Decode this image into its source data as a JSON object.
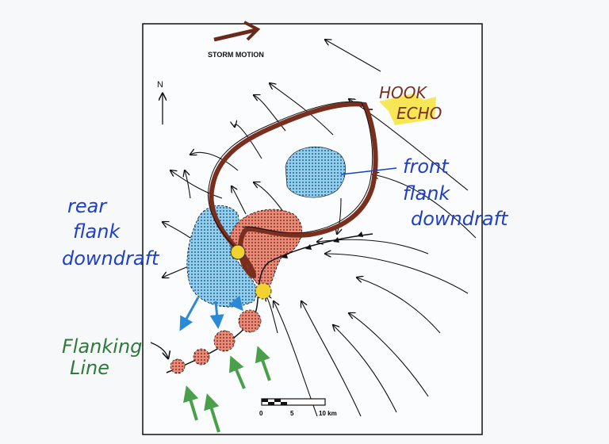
{
  "storm_motion_label": "STORM MOTION",
  "north_label": "N",
  "hook_echo": [
    "HOOK",
    "ECHO"
  ],
  "front_flank_downdraft": [
    "front",
    "flank",
    "downdraft"
  ],
  "rear_flank_downdraft": [
    "rear",
    "flank",
    "downdraft"
  ],
  "flanking_line": [
    "Flanking",
    "Line"
  ],
  "scale": {
    "ticks": [
      "0",
      "5",
      "10 km"
    ]
  },
  "colors": {
    "hook": "#7a2e1e",
    "downdraft": "#5fb4e0",
    "updraft": "#e0604c",
    "flanking": "#2e7a3a",
    "annotation_blue": "#1e3fc8",
    "highlight": "#f6e33a"
  }
}
